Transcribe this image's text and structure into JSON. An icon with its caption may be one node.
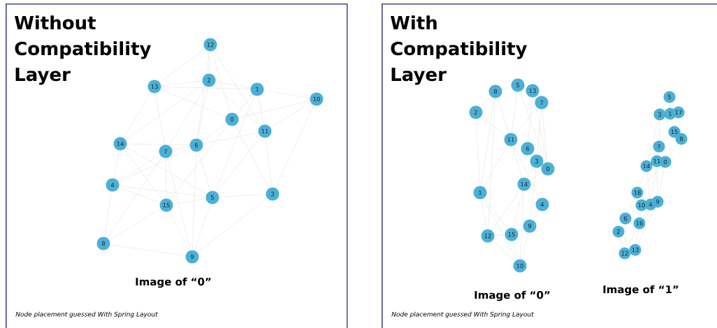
{
  "diagram": {
    "nodes": [
      {
        "text": [
          "Without Compatibility Layer",
          "Image of “0”",
          "Node placement guessed With Spring Layout"
        ]
      },
      {
        "text": [
          "With Compatibility Layer",
          "Image of “0”",
          "Image of “1”",
          "Node placement guessed With Spring Layout"
        ]
      },
      {
        "text": [
          "0"
        ],
        "in": 0
      },
      {
        "text": [
          "1"
        ],
        "in": 0
      },
      {
        "text": [
          "2"
        ],
        "in": 0
      },
      {
        "text": [
          "3"
        ],
        "in": 0
      },
      {
        "text": [
          "4"
        ],
        "in": 0
      },
      {
        "text": [
          "5"
        ],
        "in": 0
      },
      {
        "text": [
          "6"
        ],
        "in": 0
      },
      {
        "text": [
          "7"
        ],
        "in": 0
      },
      {
        "text": [
          "8"
        ],
        "in": 0
      },
      {
        "text": [
          "9"
        ],
        "in": 0
      },
      {
        "text": [
          "10"
        ],
        "in": 0
      },
      {
        "text": [
          "11"
        ],
        "in": 0
      },
      {
        "text": [
          "12"
        ],
        "in": 0
      },
      {
        "text": [
          "13"
        ],
        "in": 0
      },
      {
        "text": [
          "14"
        ],
        "in": 0
      },
      {
        "text": [
          "15"
        ],
        "in": 0
      },
      {
        "text": [
          "0"
        ],
        "in": 1
      },
      {
        "text": [
          "1"
        ],
        "in": 1
      },
      {
        "text": [
          "2"
        ],
        "in": 1
      },
      {
        "text": [
          "3"
        ],
        "in": 1
      },
      {
        "text": [
          "4"
        ],
        "in": 1
      },
      {
        "text": [
          "5"
        ],
        "in": 1
      },
      {
        "text": [
          "6"
        ],
        "in": 1
      },
      {
        "text": [
          "7"
        ],
        "in": 1
      },
      {
        "text": [
          "8"
        ],
        "in": 1
      },
      {
        "text": [
          "9"
        ],
        "in": 1
      },
      {
        "text": [
          "10"
        ],
        "in": 1
      },
      {
        "text": [
          "11"
        ],
        "in": 1
      },
      {
        "text": [
          "12"
        ],
        "in": 1
      },
      {
        "text": [
          "13"
        ],
        "in": 1
      },
      {
        "text": [
          "14"
        ],
        "in": 1
      },
      {
        "text": [
          "15"
        ],
        "in": 1
      },
      {
        "text": [
          "0"
        ],
        "in": 1
      },
      {
        "text": [
          "1"
        ],
        "in": 1
      },
      {
        "text": [
          "2"
        ],
        "in": 1
      },
      {
        "text": [
          "3"
        ],
        "in": 1
      },
      {
        "text": [
          "4"
        ],
        "in": 1
      },
      {
        "text": [
          "5"
        ],
        "in": 1
      },
      {
        "text": [
          "6"
        ],
        "in": 1
      },
      {
        "text": [
          "7"
        ],
        "in": 1
      },
      {
        "text": [
          "8"
        ],
        "in": 1
      },
      {
        "text": [
          "9"
        ],
        "in": 1
      },
      {
        "text": [
          "10"
        ],
        "in": 1
      },
      {
        "text": [
          "11"
        ],
        "in": 1
      },
      {
        "text": [
          "12"
        ],
        "in": 1
      },
      {
        "text": [
          "13"
        ],
        "in": 1
      },
      {
        "text": [
          "14"
        ],
        "in": 1
      },
      {
        "text": [
          "15"
        ],
        "in": 1
      },
      {
        "text": [
          "16"
        ],
        "in": 1
      },
      {
        "text": [
          "17"
        ],
        "in": 1
      },
      {
        "text": [
          "18"
        ],
        "in": 1
      }
    ],
    "edges": [
      {
        "from": 14,
        "to": 15,
        "arrow": "none"
      },
      {
        "from": 14,
        "to": 4,
        "arrow": "none"
      },
      {
        "from": 14,
        "to": 2,
        "arrow": "none"
      },
      {
        "from": 14,
        "to": 13,
        "arrow": "none"
      },
      {
        "from": 14,
        "to": 8,
        "arrow": "none"
      },
      {
        "from": 15,
        "to": 4,
        "arrow": "none"
      },
      {
        "from": 15,
        "to": 3,
        "arrow": "none"
      },
      {
        "from": 15,
        "to": 2,
        "arrow": "none"
      },
      {
        "from": 15,
        "to": 16,
        "arrow": "none"
      },
      {
        "from": 15,
        "to": 9,
        "arrow": "none"
      },
      {
        "from": 4,
        "to": 3,
        "arrow": "none"
      },
      {
        "from": 4,
        "to": 13,
        "arrow": "none"
      },
      {
        "from": 4,
        "to": 16,
        "arrow": "none"
      },
      {
        "from": 4,
        "to": 9,
        "arrow": "none"
      },
      {
        "from": 4,
        "to": 8,
        "arrow": "none"
      },
      {
        "from": 3,
        "to": 12,
        "arrow": "none"
      },
      {
        "from": 3,
        "to": 2,
        "arrow": "none"
      },
      {
        "from": 3,
        "to": 13,
        "arrow": "none"
      },
      {
        "from": 3,
        "to": 7,
        "arrow": "none"
      },
      {
        "from": 12,
        "to": 2,
        "arrow": "none"
      },
      {
        "from": 12,
        "to": 13,
        "arrow": "none"
      },
      {
        "from": 12,
        "to": 5,
        "arrow": "none"
      },
      {
        "from": 2,
        "to": 8,
        "arrow": "none"
      },
      {
        "from": 2,
        "to": 5,
        "arrow": "none"
      },
      {
        "from": 13,
        "to": 8,
        "arrow": "none"
      },
      {
        "from": 13,
        "to": 5,
        "arrow": "none"
      },
      {
        "from": 13,
        "to": 7,
        "arrow": "none"
      },
      {
        "from": 16,
        "to": 8,
        "arrow": "none"
      },
      {
        "from": 16,
        "to": 6,
        "arrow": "none"
      },
      {
        "from": 16,
        "to": 7,
        "arrow": "none"
      },
      {
        "from": 16,
        "to": 17,
        "arrow": "none"
      },
      {
        "from": 9,
        "to": 6,
        "arrow": "none"
      },
      {
        "from": 9,
        "to": 17,
        "arrow": "none"
      },
      {
        "from": 9,
        "to": 11,
        "arrow": "none"
      },
      {
        "from": 9,
        "to": 10,
        "arrow": "none"
      },
      {
        "from": 9,
        "to": 8,
        "arrow": "none"
      },
      {
        "from": 8,
        "to": 6,
        "arrow": "none"
      },
      {
        "from": 8,
        "to": 7,
        "arrow": "none"
      },
      {
        "from": 8,
        "to": 11,
        "arrow": "none"
      },
      {
        "from": 6,
        "to": 7,
        "arrow": "none"
      },
      {
        "from": 6,
        "to": 17,
        "arrow": "none"
      },
      {
        "from": 6,
        "to": 10,
        "arrow": "none"
      },
      {
        "from": 17,
        "to": 7,
        "arrow": "none"
      },
      {
        "from": 17,
        "to": 11,
        "arrow": "none"
      },
      {
        "from": 17,
        "to": 10,
        "arrow": "none"
      },
      {
        "from": 17,
        "to": 2,
        "arrow": "none"
      },
      {
        "from": 7,
        "to": 5,
        "arrow": "none"
      },
      {
        "from": 7,
        "to": 11,
        "arrow": "none"
      },
      {
        "from": 5,
        "to": 11,
        "arrow": "none"
      },
      {
        "from": 10,
        "to": 11,
        "arrow": "none"
      },
      {
        "from": 20,
        "to": 26,
        "arrow": "none"
      },
      {
        "from": 20,
        "to": 19,
        "arrow": "none"
      },
      {
        "from": 20,
        "to": 29,
        "arrow": "none"
      },
      {
        "from": 26,
        "to": 23,
        "arrow": "none"
      },
      {
        "from": 26,
        "to": 29,
        "arrow": "none"
      },
      {
        "from": 26,
        "to": 19,
        "arrow": "none"
      },
      {
        "from": 26,
        "to": 30,
        "arrow": "none"
      },
      {
        "from": 23,
        "to": 29,
        "arrow": "none"
      },
      {
        "from": 23,
        "to": 18,
        "arrow": "none"
      },
      {
        "from": 31,
        "to": 24,
        "arrow": "none"
      },
      {
        "from": 31,
        "to": 18,
        "arrow": "none"
      },
      {
        "from": 25,
        "to": 29,
        "arrow": "none"
      },
      {
        "from": 25,
        "to": 21,
        "arrow": "none"
      },
      {
        "from": 25,
        "to": 18,
        "arrow": "none"
      },
      {
        "from": 29,
        "to": 19,
        "arrow": "none"
      },
      {
        "from": 29,
        "to": 24,
        "arrow": "none"
      },
      {
        "from": 29,
        "to": 32,
        "arrow": "none"
      },
      {
        "from": 29,
        "to": 22,
        "arrow": "none"
      },
      {
        "from": 21,
        "to": 32,
        "arrow": "none"
      },
      {
        "from": 21,
        "to": 27,
        "arrow": "none"
      },
      {
        "from": 18,
        "to": 32,
        "arrow": "none"
      },
      {
        "from": 32,
        "to": 33,
        "arrow": "none"
      },
      {
        "from": 32,
        "to": 28,
        "arrow": "none"
      },
      {
        "from": 32,
        "to": 30,
        "arrow": "none"
      },
      {
        "from": 22,
        "to": 27,
        "arrow": "none"
      },
      {
        "from": 27,
        "to": 33,
        "arrow": "none"
      },
      {
        "from": 27,
        "to": 28,
        "arrow": "none"
      },
      {
        "from": 19,
        "to": 30,
        "arrow": "none"
      },
      {
        "from": 19,
        "to": 33,
        "arrow": "none"
      },
      {
        "from": 19,
        "to": 28,
        "arrow": "none"
      },
      {
        "from": 30,
        "to": 33,
        "arrow": "none"
      },
      {
        "from": 30,
        "to": 28,
        "arrow": "none"
      },
      {
        "from": 33,
        "to": 28,
        "arrow": "none"
      },
      {
        "from": 39,
        "to": 37,
        "arrow": "none"
      },
      {
        "from": 39,
        "to": 35,
        "arrow": "none"
      },
      {
        "from": 39,
        "to": 51,
        "arrow": "none"
      },
      {
        "from": 37,
        "to": 41,
        "arrow": "none"
      },
      {
        "from": 37,
        "to": 48,
        "arrow": "none"
      },
      {
        "from": 35,
        "to": 49,
        "arrow": "none"
      },
      {
        "from": 51,
        "to": 42,
        "arrow": "none"
      },
      {
        "from": 51,
        "to": 49,
        "arrow": "none"
      },
      {
        "from": 49,
        "to": 41,
        "arrow": "none"
      },
      {
        "from": 42,
        "to": 34,
        "arrow": "none"
      },
      {
        "from": 41,
        "to": 45,
        "arrow": "none"
      },
      {
        "from": 41,
        "to": 48,
        "arrow": "none"
      },
      {
        "from": 41,
        "to": 34,
        "arrow": "none"
      },
      {
        "from": 48,
        "to": 52,
        "arrow": "none"
      },
      {
        "from": 45,
        "to": 38,
        "arrow": "none"
      },
      {
        "from": 34,
        "to": 43,
        "arrow": "none"
      },
      {
        "from": 45,
        "to": 43,
        "arrow": "none"
      },
      {
        "from": 48,
        "to": 38,
        "arrow": "none"
      },
      {
        "from": 34,
        "to": 52,
        "arrow": "none"
      },
      {
        "from": 52,
        "to": 40,
        "arrow": "none"
      },
      {
        "from": 44,
        "to": 50,
        "arrow": "none"
      },
      {
        "from": 38,
        "to": 50,
        "arrow": "none"
      },
      {
        "from": 43,
        "to": 50,
        "arrow": "none"
      },
      {
        "from": 40,
        "to": 36,
        "arrow": "none"
      },
      {
        "from": 40,
        "to": 50,
        "arrow": "none"
      },
      {
        "from": 40,
        "to": 46,
        "arrow": "none"
      },
      {
        "from": 36,
        "to": 46,
        "arrow": "none"
      },
      {
        "from": 36,
        "to": 47,
        "arrow": "none"
      },
      {
        "from": 50,
        "to": 47,
        "arrow": "none"
      },
      {
        "from": 50,
        "to": 46,
        "arrow": "none"
      },
      {
        "from": 43,
        "to": 47,
        "arrow": "none"
      }
    ]
  }
}
